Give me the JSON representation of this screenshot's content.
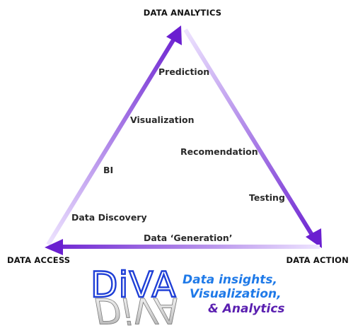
{
  "nodes": {
    "top": "DATA ANALYTICS",
    "left": "DATA ACCESS",
    "right": "DATA ACTION"
  },
  "edge_labels": {
    "left_side": [
      "Prediction",
      "Visualization",
      "BI",
      "Data Discovery"
    ],
    "right_side": [
      "Recomendation",
      "Testing"
    ],
    "bottom_side": "Data ‘Generation’"
  },
  "logo": {
    "wordmark": "DiVA",
    "tagline_lines": [
      "Data insights,",
      "Visualization,",
      "& Analytics"
    ]
  },
  "colors": {
    "arrow_dark": "#6a1fd0",
    "arrow_light": "#efe6ff",
    "logo_blue": "#1f3fd6",
    "tagline_blue": "#1f7ae8",
    "tagline_purple": "#5a1fb0"
  }
}
